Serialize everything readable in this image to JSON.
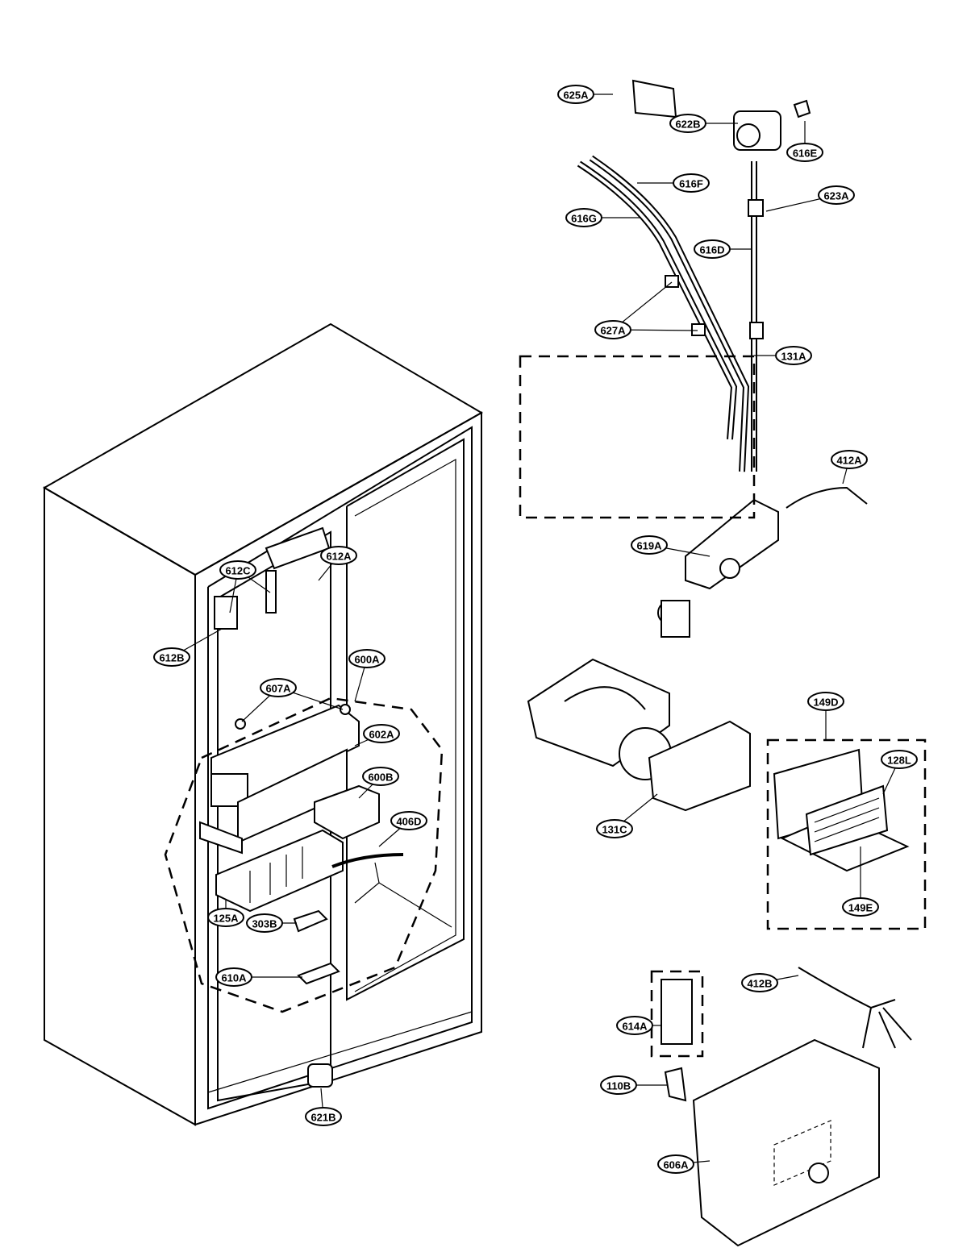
{
  "diagram": {
    "labels": [
      {
        "id": "625A"
      },
      {
        "id": "622B"
      },
      {
        "id": "616E"
      },
      {
        "id": "616F"
      },
      {
        "id": "623A"
      },
      {
        "id": "616G"
      },
      {
        "id": "616D"
      },
      {
        "id": "627A"
      },
      {
        "id": "412A"
      },
      {
        "id": "619A"
      },
      {
        "id": "131A"
      },
      {
        "id": "149D"
      },
      {
        "id": "128L"
      },
      {
        "id": "131C"
      },
      {
        "id": "149E"
      },
      {
        "id": "412B"
      },
      {
        "id": "614A"
      },
      {
        "id": "110B"
      },
      {
        "id": "606A"
      },
      {
        "id": "612A"
      },
      {
        "id": "612C"
      },
      {
        "id": "612B"
      },
      {
        "id": "600A"
      },
      {
        "id": "607A"
      },
      {
        "id": "602A"
      },
      {
        "id": "600B"
      },
      {
        "id": "406D"
      },
      {
        "id": "125A"
      },
      {
        "id": "303B"
      },
      {
        "id": "610A"
      },
      {
        "id": "621B"
      }
    ]
  }
}
